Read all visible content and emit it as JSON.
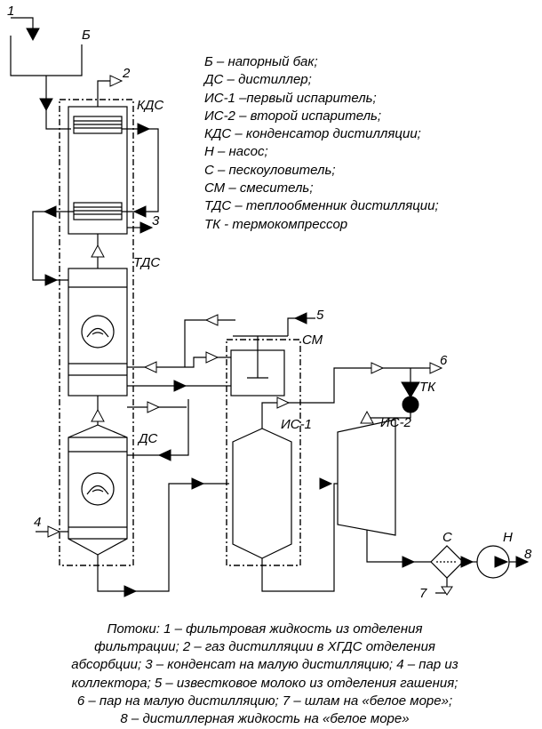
{
  "labels": {
    "tank": "Б",
    "condenser": "КДС",
    "heat_exchanger": "ТДС",
    "distiller": "ДС",
    "mixer": "СМ",
    "evaporator1": "ИС-1",
    "evaporator2": "ИС-2",
    "thermocompressor": "ТК",
    "sand_trap": "С",
    "pump": "Н"
  },
  "stream_numbers": [
    "1",
    "2",
    "3",
    "4",
    "5",
    "6",
    "7",
    "8"
  ],
  "legend": [
    "Б – напорный бак;",
    "ДС – дистиллер;",
    "ИС-1 –первый испаритель;",
    "ИС-2 – второй испаритель;",
    "КДС – конденсатор дистилляции;",
    "Н – насос;",
    "С – пескоуловитель;",
    "СМ – смеситель;",
    "ТДС – теплообменник дистилляции;",
    "ТК - термокомпрессор"
  ],
  "caption_lines": [
    "Потоки: 1 – фильтровая жидкость из отделения",
    "фильтрации; 2 – газ дистилляции в ХГДС отделения",
    "абсорбции; 3 – конденсат на малую дистилляцию; 4 – пар из",
    "коллектора; 5 – известковое молоко из отделения гашения;",
    "6 – пар на малую дистилляцию; 7 – шлам на «белое море»;",
    "8 – дистиллерная жидкость на «белое море»"
  ]
}
